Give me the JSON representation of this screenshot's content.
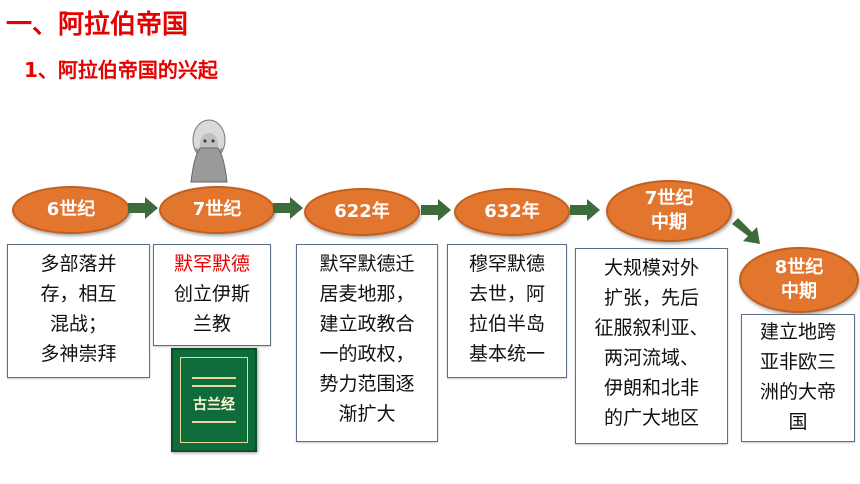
{
  "heading": {
    "title": "一、阿拉伯帝国",
    "subtitle": "1、阿拉伯帝国的兴起"
  },
  "timeline": [
    {
      "period_lines": [
        "6世纪"
      ],
      "desc_lines": [
        "多部落并",
        "存，相互",
        "混战；",
        "多神崇拜"
      ]
    },
    {
      "period_lines": [
        "7世纪"
      ],
      "desc_highlight": "默罕默德",
      "desc_lines": [
        "创立伊斯",
        "兰教"
      ]
    },
    {
      "period_lines": [
        "622年"
      ],
      "desc_lines": [
        "默罕默德迁",
        "居麦地那，",
        "建立政教合",
        "一的政权，",
        "势力范围逐",
        "渐扩大"
      ]
    },
    {
      "period_lines": [
        "632年"
      ],
      "desc_lines": [
        "穆罕默德",
        "去世，阿",
        "拉伯半岛",
        "基本统一"
      ]
    },
    {
      "period_lines": [
        "7世纪",
        "中期"
      ],
      "desc_lines": [
        "大规模对外",
        "扩张，先后",
        "征服叙利亚、",
        "两河流域、",
        "伊朗和北非",
        "的广大地区"
      ]
    },
    {
      "period_lines": [
        "8世纪",
        "中期"
      ],
      "desc_lines": [
        "建立地跨",
        "亚非欧三",
        "洲的大帝",
        "国"
      ]
    }
  ],
  "colors": {
    "heading": "#e60000",
    "oval_fill": "#e2762f",
    "arrow": "#3c6b3c",
    "book": "#0e6b3a"
  },
  "images": {
    "portrait": "bearded-man-portrait-icon",
    "book": "quran-book-icon",
    "book_cover_label": "古兰经"
  }
}
